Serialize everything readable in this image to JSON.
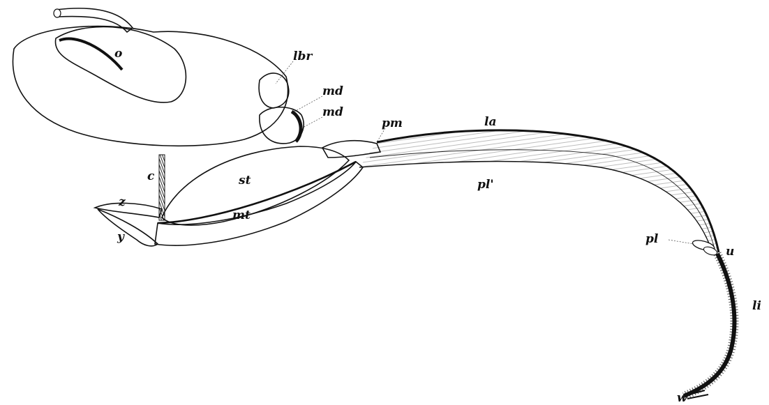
{
  "labels": {
    "o": "o",
    "lbr": "lbr",
    "md_upper": "md",
    "md_lower": "md",
    "pm": "pm",
    "la": "la",
    "c": "c",
    "st": "st",
    "pl_prime": "pl'",
    "z": "z",
    "mt": "mt",
    "y": "y",
    "pl": "pl",
    "u": "u",
    "li": "li",
    "w": "w"
  },
  "colors": {
    "ink": "#111111",
    "paper": "#ffffff"
  }
}
